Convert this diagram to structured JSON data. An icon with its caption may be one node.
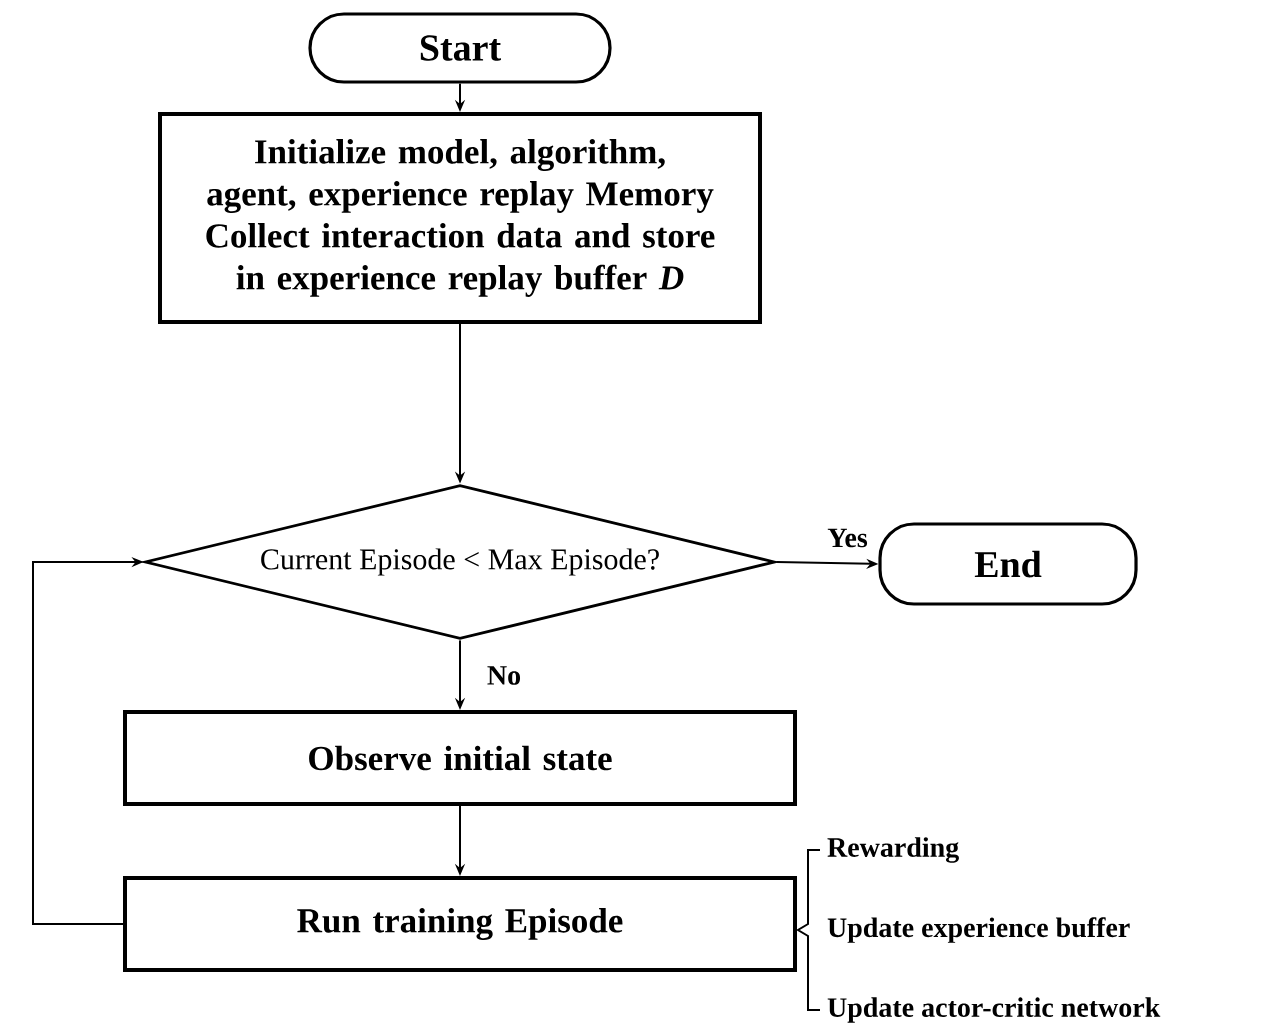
{
  "diagram": {
    "nodes": [
      {
        "text": [
          "Start"
        ]
      },
      {
        "text": [
          "Initialize model, algorithm, agent, experience replay Memory",
          "Collect interaction data and store in experience replay buffer *D*"
        ]
      },
      {
        "text": [
          "Current Episode < Max Episode?"
        ]
      },
      {
        "text": [
          "End"
        ]
      },
      {
        "text": [
          "Observe initial state"
        ]
      },
      {
        "text": [
          "Run training Episode"
        ]
      }
    ],
    "edges": [
      {
        "from": 0,
        "to": 1,
        "arrow": "to"
      },
      {
        "from": 1,
        "to": 2,
        "arrow": "to"
      },
      {
        "from": 2,
        "to": 3,
        "arrow": "to",
        "label": "Yes"
      },
      {
        "from": 2,
        "to": 4,
        "arrow": "to",
        "label": "No"
      },
      {
        "from": 4,
        "to": 5,
        "arrow": "to"
      },
      {
        "from": 5,
        "to": 2,
        "arrow": "to"
      }
    ],
    "labels": [
      "Rewarding",
      "Update experience buffer",
      "Update actor-critic network"
    ]
  }
}
